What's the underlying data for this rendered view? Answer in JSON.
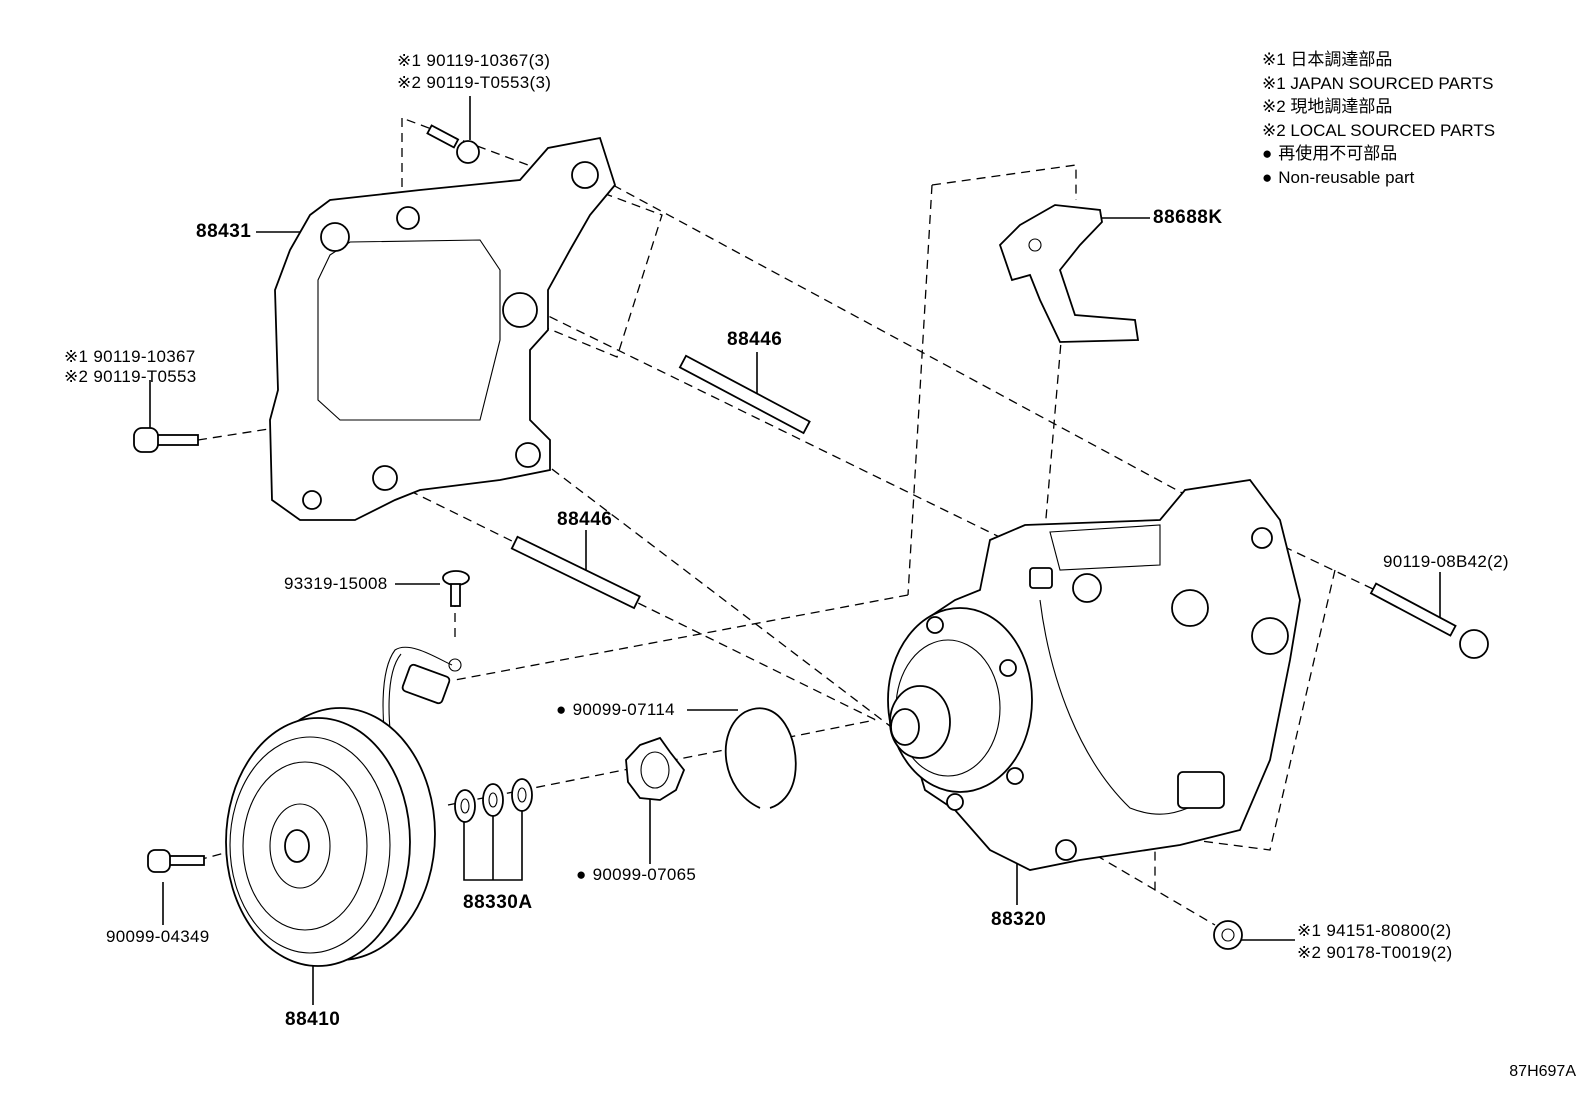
{
  "legend": {
    "line1": "※1 日本調達部品",
    "line2": "※1 JAPAN SOURCED PARTS",
    "line3": "※2 現地調達部品",
    "line4": "※2 LOCAL SOURCED PARTS",
    "line5": "再使用不可部品",
    "line6": "Non-reusable part"
  },
  "labels": {
    "bolt_top_1": "※1 90119-10367(3)",
    "bolt_top_2": "※2 90119-T0553(3)",
    "bracket": "88431",
    "bolt_left_1": "※1 90119-10367",
    "bolt_left_2": "※2 90119-T0553",
    "stud_upper": "88446",
    "stud_lower": "88446",
    "clip": "88688K",
    "bolt_right": "90119-08B42(2)",
    "screw": "93319-15008",
    "snap_ring": "90099-07114",
    "lock_washer": "90099-07065",
    "shims": "88330A",
    "bolt_clutch": "90099-04349",
    "pulley": "88410",
    "compressor": "88320",
    "nut_1": "※1 94151-80800(2)",
    "nut_2": "※2 90178-T0019(2)"
  },
  "figure_id": "87H697A"
}
